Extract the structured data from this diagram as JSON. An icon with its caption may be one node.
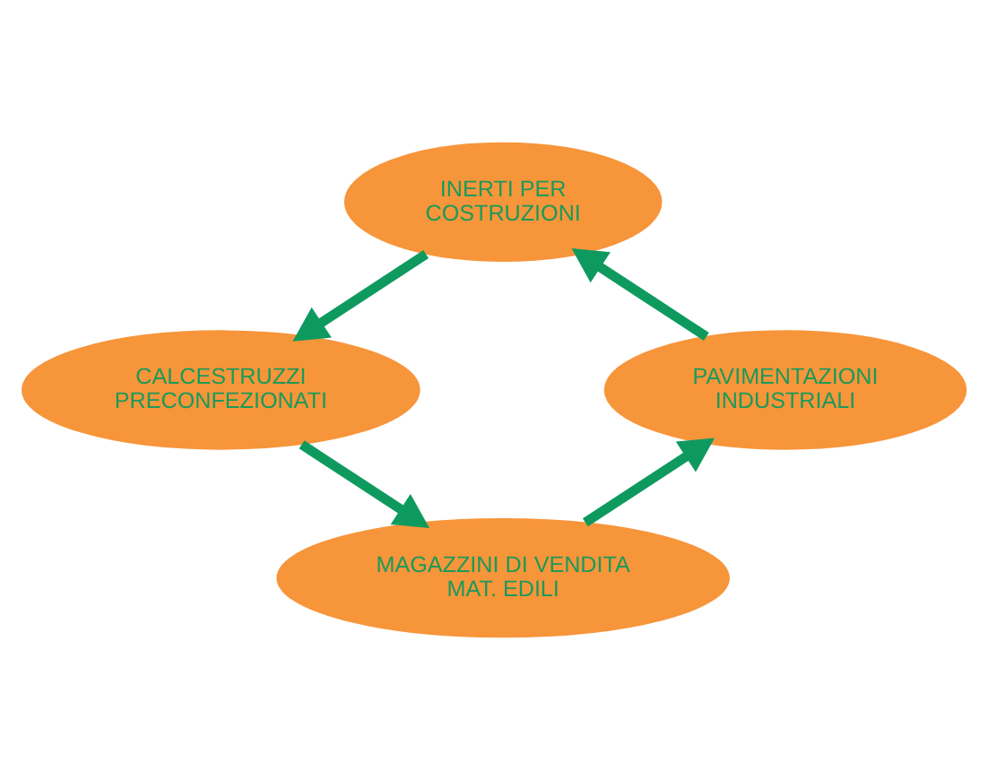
{
  "diagram": {
    "nodes": [
      {
        "text": [
          "INERTI PER COSTRUZIONI"
        ]
      },
      {
        "text": [
          "PAVIMENTAZIONI INDUSTRIALI"
        ]
      },
      {
        "text": [
          "CALCESTRUZZI PRECONFEZIONATI"
        ]
      },
      {
        "text": [
          "MAGAZZINI DI VENDITA MAT. EDILI"
        ]
      }
    ],
    "edges": [
      {
        "from": 0,
        "to": 2,
        "arrow": "to"
      },
      {
        "from": 2,
        "to": 3,
        "arrow": "to"
      },
      {
        "from": 3,
        "to": 1,
        "arrow": "to"
      },
      {
        "from": 1,
        "to": 0,
        "arrow": "to"
      }
    ]
  }
}
